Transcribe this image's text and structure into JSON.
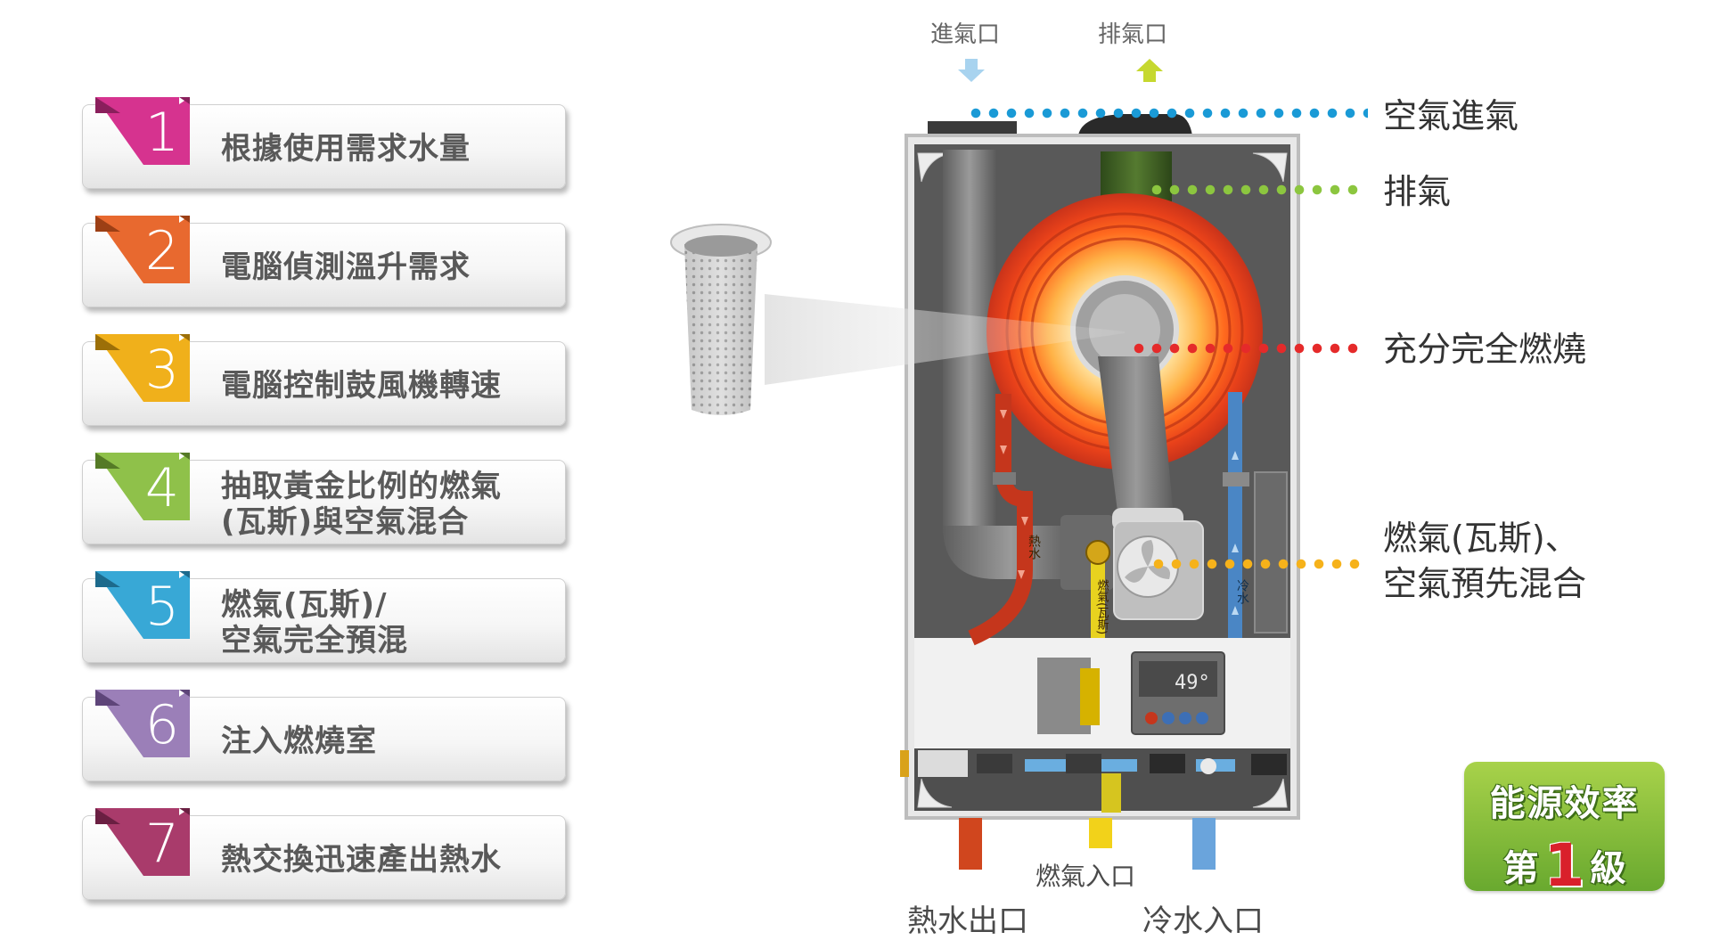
{
  "steps": [
    {
      "num": "1",
      "color": "#d6338f",
      "lines": [
        "根據使用需求水量"
      ]
    },
    {
      "num": "2",
      "color": "#e8692f",
      "lines": [
        "電腦偵測溫升需求"
      ]
    },
    {
      "num": "3",
      "color": "#f0b01b",
      "lines": [
        "電腦控制鼓風機轉速"
      ]
    },
    {
      "num": "4",
      "color": "#8fc14a",
      "lines": [
        "抽取黃金比例的燃氣",
        "(瓦斯)與空氣混合"
      ]
    },
    {
      "num": "5",
      "color": "#38a8d6",
      "lines": [
        "燃氣(瓦斯)/",
        "空氣完全預混"
      ]
    },
    {
      "num": "6",
      "color": "#9b7fb8",
      "lines": [
        "注入燃燒室"
      ]
    },
    {
      "num": "7",
      "color": "#a93b6b",
      "lines": [
        "熱交換迅速產出熱水"
      ]
    }
  ],
  "top_ports": {
    "inlet": "進氣口",
    "exhaust": "排氣口"
  },
  "callouts": {
    "air_in": "空氣進氣",
    "exhaust": "排氣",
    "combustion": "充分完全燃燒",
    "premix_line1": "燃氣(瓦斯)、",
    "premix_line2": "空氣預先混合"
  },
  "bottom_ports": {
    "gas_in": "燃氣入口",
    "hot_out": "熱水出口",
    "cold_in": "冷水入口"
  },
  "pipe_labels": {
    "hot": "熱水",
    "gas": "燃氣(瓦斯)",
    "cold": "冷水"
  },
  "display": {
    "temp": "49°"
  },
  "badge": {
    "line1": "能源效率",
    "prefix": "第",
    "level": "1",
    "suffix": "級"
  },
  "colors": {
    "air": "#1a9ad6",
    "exhaust": "#8cc63f",
    "combustion": "#e52a2a",
    "premix": "#f6b21a"
  }
}
